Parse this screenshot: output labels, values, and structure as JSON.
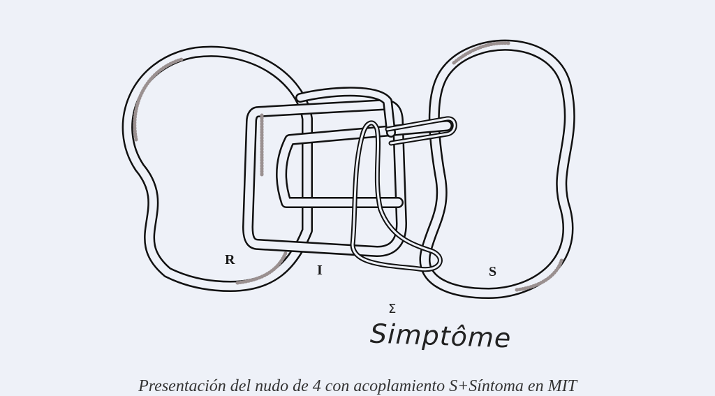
{
  "figure": {
    "labels": {
      "r": "R",
      "i": "I",
      "s": "S",
      "sigma": "Σ",
      "sinthome": "Simptôme"
    },
    "caption": "Presentación del nudo de 4 con acoplamiento S+Síntoma en MIT",
    "colors": {
      "background": "#eef1f8",
      "ink": "#111111",
      "shade": "#9a9090"
    }
  }
}
